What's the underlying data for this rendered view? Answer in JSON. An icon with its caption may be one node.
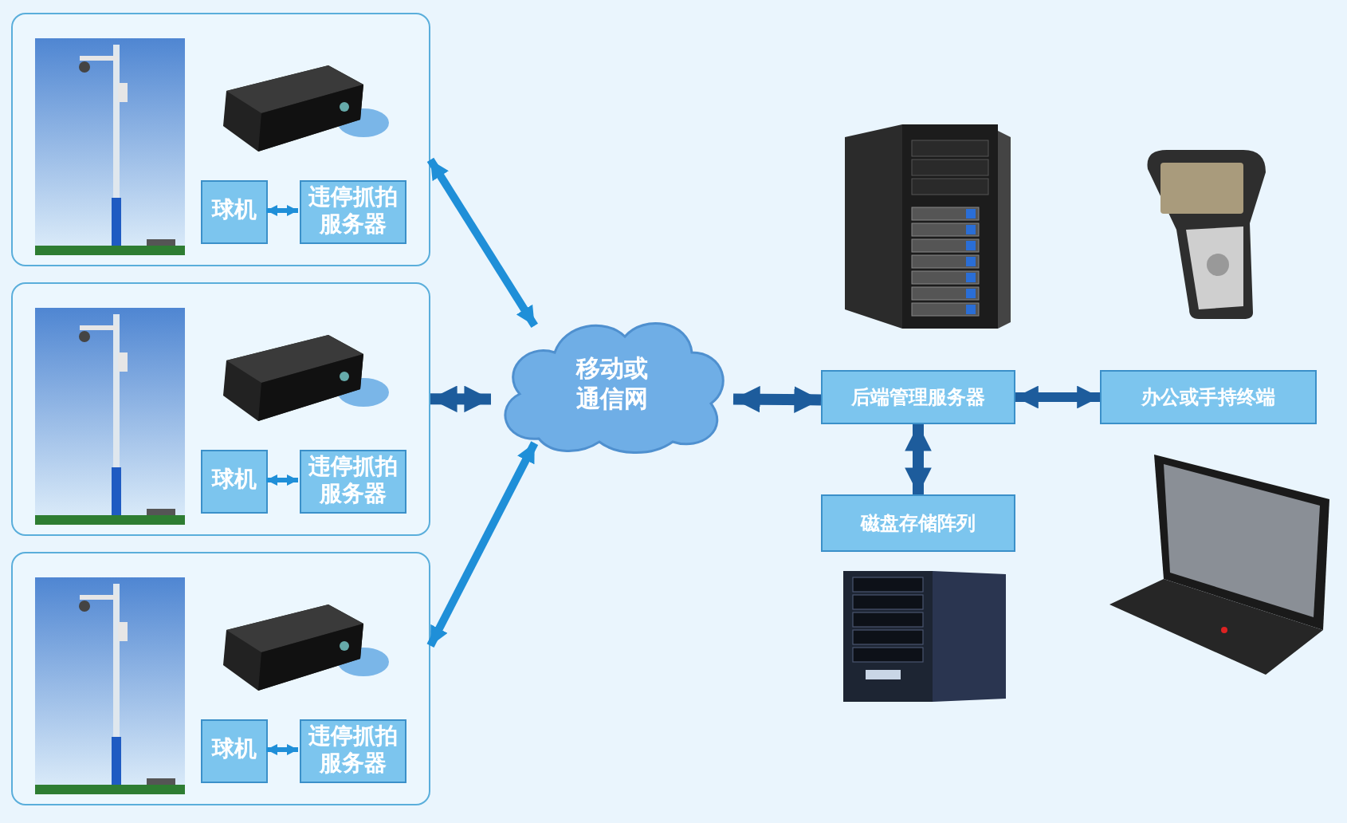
{
  "diagram": {
    "nodes": [
      {
        "text": [],
        "shape": "box"
      },
      {
        "text": [
          "球机"
        ],
        "in": 0
      },
      {
        "text": [
          "违停抓拍服务器"
        ],
        "in": 0
      },
      {
        "text": [],
        "shape": "box"
      },
      {
        "text": [
          "球机"
        ],
        "in": 3
      },
      {
        "text": [
          "违停抓拍服务器"
        ],
        "in": 3
      },
      {
        "text": [],
        "shape": "box"
      },
      {
        "text": [
          "球机"
        ],
        "in": 6
      },
      {
        "text": [
          "违停抓拍服务器"
        ],
        "in": 6
      },
      {
        "text": [
          "移动或通信网"
        ]
      },
      {
        "text": [
          "后端管理服务器"
        ]
      },
      {
        "text": [
          "办公或手持终端"
        ]
      },
      {
        "text": [
          "磁盘存储阵列"
        ]
      }
    ],
    "edges": [
      {
        "from": 1,
        "to": 2,
        "arrow": "both"
      },
      {
        "from": 4,
        "to": 5,
        "arrow": "both"
      },
      {
        "from": 7,
        "to": 8,
        "arrow": "both"
      },
      {
        "from": 0,
        "to": 9,
        "arrow": "both"
      },
      {
        "from": 3,
        "to": 9,
        "arrow": "both",
        "color": "#1d5c9c"
      },
      {
        "from": 6,
        "to": 9,
        "arrow": "both"
      },
      {
        "from": 9,
        "to": 10,
        "arrow": "both",
        "color": "#1d5c9c"
      },
      {
        "from": 10,
        "to": 11,
        "arrow": "both",
        "color": "#1d5c9c"
      },
      {
        "from": 10,
        "to": 12,
        "arrow": "both",
        "color": "#1d5c9c"
      }
    ]
  }
}
